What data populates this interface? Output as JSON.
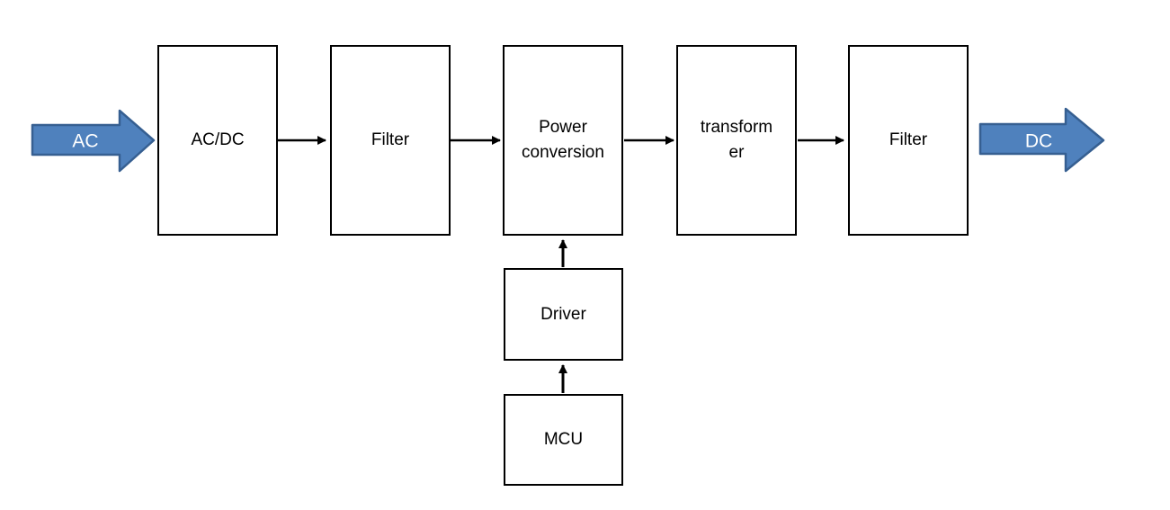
{
  "diagram": {
    "type": "block-flow-diagram",
    "description_visible_text_only": true
  },
  "flow": {
    "input": {
      "label": "AC"
    },
    "output": {
      "label": "DC"
    }
  },
  "boxes": {
    "acdc": {
      "label": "AC/DC"
    },
    "filter_input": {
      "label": "Filter"
    },
    "power_conversion": {
      "line1": "Power",
      "line2": "conversion"
    },
    "transformer": {
      "line1": "transform",
      "line2": "er"
    },
    "filter_output": {
      "label": "Filter"
    },
    "driver": {
      "label": "Driver"
    },
    "mcu": {
      "label": "MCU"
    }
  },
  "connections": {
    "acdc_to_filter": "AC/DC -> Filter",
    "filter_to_power": "Filter -> Power conversion",
    "power_to_transformer": "Power conversion -> transformer",
    "transformer_to_filter": "transformer -> Filter",
    "driver_to_power": "Driver -> Power conversion",
    "mcu_to_driver": "MCU -> Driver"
  },
  "colors": {
    "block_arrow_fill": "#4f81bd",
    "block_arrow_stroke": "#365f91",
    "flow_label_text": "#ffffff",
    "connector": "#000000",
    "box_border": "#000000",
    "box_fill": "#ffffff",
    "box_text": "#000000",
    "background": "#ffffff"
  }
}
